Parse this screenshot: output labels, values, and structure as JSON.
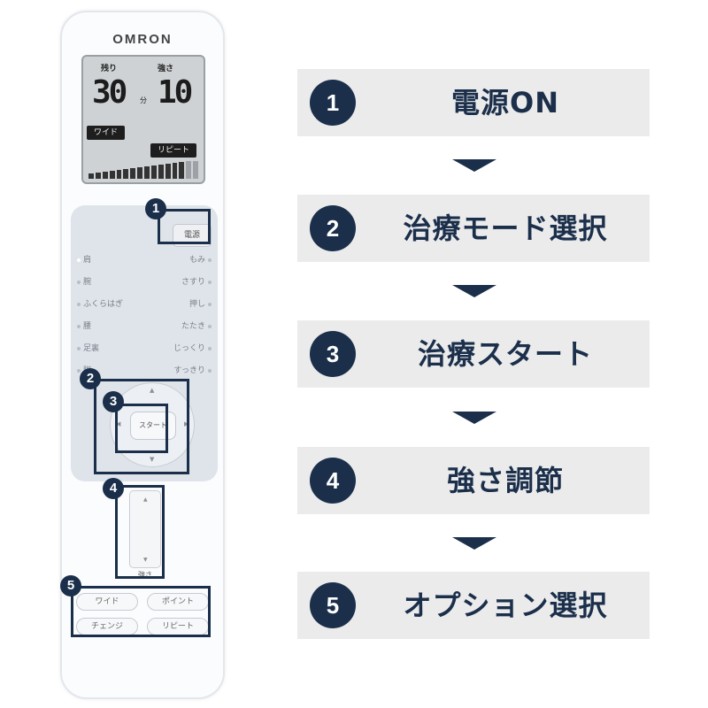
{
  "remote": {
    "brand": "OMRON",
    "lcd": {
      "remaining_label": "残り",
      "remaining_value": "30",
      "remaining_unit": "分",
      "strength_label": "強さ",
      "strength_value": "10",
      "wide_tag": "ワイド",
      "repeat_tag": "リピート"
    },
    "power_label": "電源",
    "body_parts": [
      "肩",
      "腕",
      "ふくらはぎ",
      "腰",
      "足裏",
      "脚"
    ],
    "modes": [
      "もみ",
      "さすり",
      "押し",
      "たたき",
      "じっくり",
      "すっきり"
    ],
    "start_label": "スタート",
    "strength_label": "強さ",
    "option_buttons": [
      "ワイド",
      "ポイント",
      "チェンジ",
      "リピート"
    ]
  },
  "callouts": [
    "1",
    "2",
    "3",
    "4",
    "5"
  ],
  "steps": [
    {
      "num": "1",
      "label": "電源ON"
    },
    {
      "num": "2",
      "label": "治療モード選択"
    },
    {
      "num": "3",
      "label": "治療スタート"
    },
    {
      "num": "4",
      "label": "強さ調節"
    },
    {
      "num": "5",
      "label": "オプション選択"
    }
  ],
  "colors": {
    "navy": "#1b2f4b",
    "step_bg": "#ebebeb",
    "panel": "#dfe4ea"
  }
}
